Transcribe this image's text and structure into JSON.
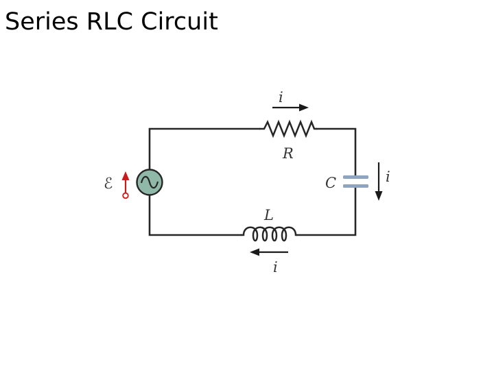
{
  "slide": {
    "title": "Series RLC Circuit"
  },
  "circuit": {
    "source_symbol": "ℰ",
    "current_top": "i",
    "current_right": "i",
    "current_bottom": "i",
    "resistor_label": "R",
    "capacitor_label": "C",
    "inductor_label": "L"
  },
  "colors": {
    "wire": "#262626",
    "source_fill": "#8fb8a8",
    "capacitor_plate": "#8fa5bf",
    "emf_arrow": "#cc1a1a"
  },
  "icons": {
    "source": "ac-voltage-source-icon",
    "emf_polarity": "emf-polarity-arrow-icon",
    "resistor": "resistor-icon",
    "capacitor": "capacitor-icon",
    "inductor": "inductor-icon",
    "current_arrows": "current-direction-arrow-icon"
  }
}
